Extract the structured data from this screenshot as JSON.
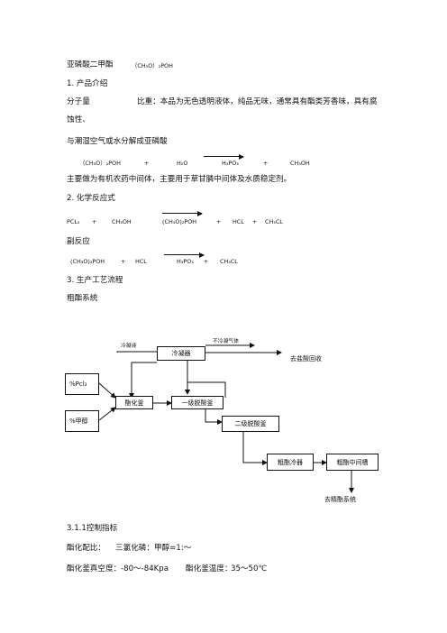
{
  "title": {
    "name": "亚磷酸二甲酯",
    "formula": "（CH₃O）₂POH"
  },
  "sec1": {
    "heading": "1. 产品介绍",
    "mw_label": "分子量",
    "sg_text": "比重：本品为无色透明液体，纯品无味，通常具有酯类芳香味，具有腐",
    "sg_cont": "蚀性、",
    "hydrolysis_text": "与潮湿空气或水分解成亚磷酸",
    "eq": {
      "a": "（CH₃O）₂POH",
      "plus1": "+",
      "b": "H₂O",
      "c": "H₃PO₃",
      "plus2": "+",
      "d": "CH₃OH"
    },
    "usage": "主要做为有机农药中间体，主要用于草甘膦中间体及水质稳定剂。"
  },
  "sec2": {
    "heading": "2. 化学反应式",
    "eq1": {
      "a": "PCL₃",
      "plus1": "+",
      "b": "CH₃OH",
      "c": "(CH₃O)₂POH",
      "plus2": "+",
      "d": "HCL",
      "plus3": "+",
      "e": "CH₃CL"
    },
    "side_label": "副反应",
    "eq2": {
      "a": "(CH₃O)₂POH",
      "plus1": "+",
      "b": "HCL",
      "c": "H₃PO₃",
      "plus2": "+",
      "d": "CH₃CL"
    }
  },
  "sec3": {
    "heading": "3. 生产工艺流程",
    "sub": "粗酯系统"
  },
  "flow": {
    "coolant_label": "冷凝液",
    "noncondensable_label": "不冷凝气体",
    "condenser": "冷凝器",
    "to_acid_recovery": "去盐酸回收",
    "pcl3": "%Pcl₃",
    "methanol": "%甲醇",
    "esterification": "酯化釜",
    "deacid1": "一级脱酸釜",
    "deacid2": "二级脱酸釜",
    "crude_cooler": "粗酯冷器",
    "crude_tank": "粗酯中间槽",
    "to_refine": "去精酯系统"
  },
  "sec31": {
    "heading": "3.1.1控制指标",
    "ratio_label": "酯化配比：",
    "ratio_value": "三氯化磷：甲醇=1:～",
    "vac_label": "酯化釜真空度：",
    "vac_value": "-80～-84Kpa",
    "temp_label": "酯化釜温度：",
    "temp_value": "35～50℃"
  }
}
